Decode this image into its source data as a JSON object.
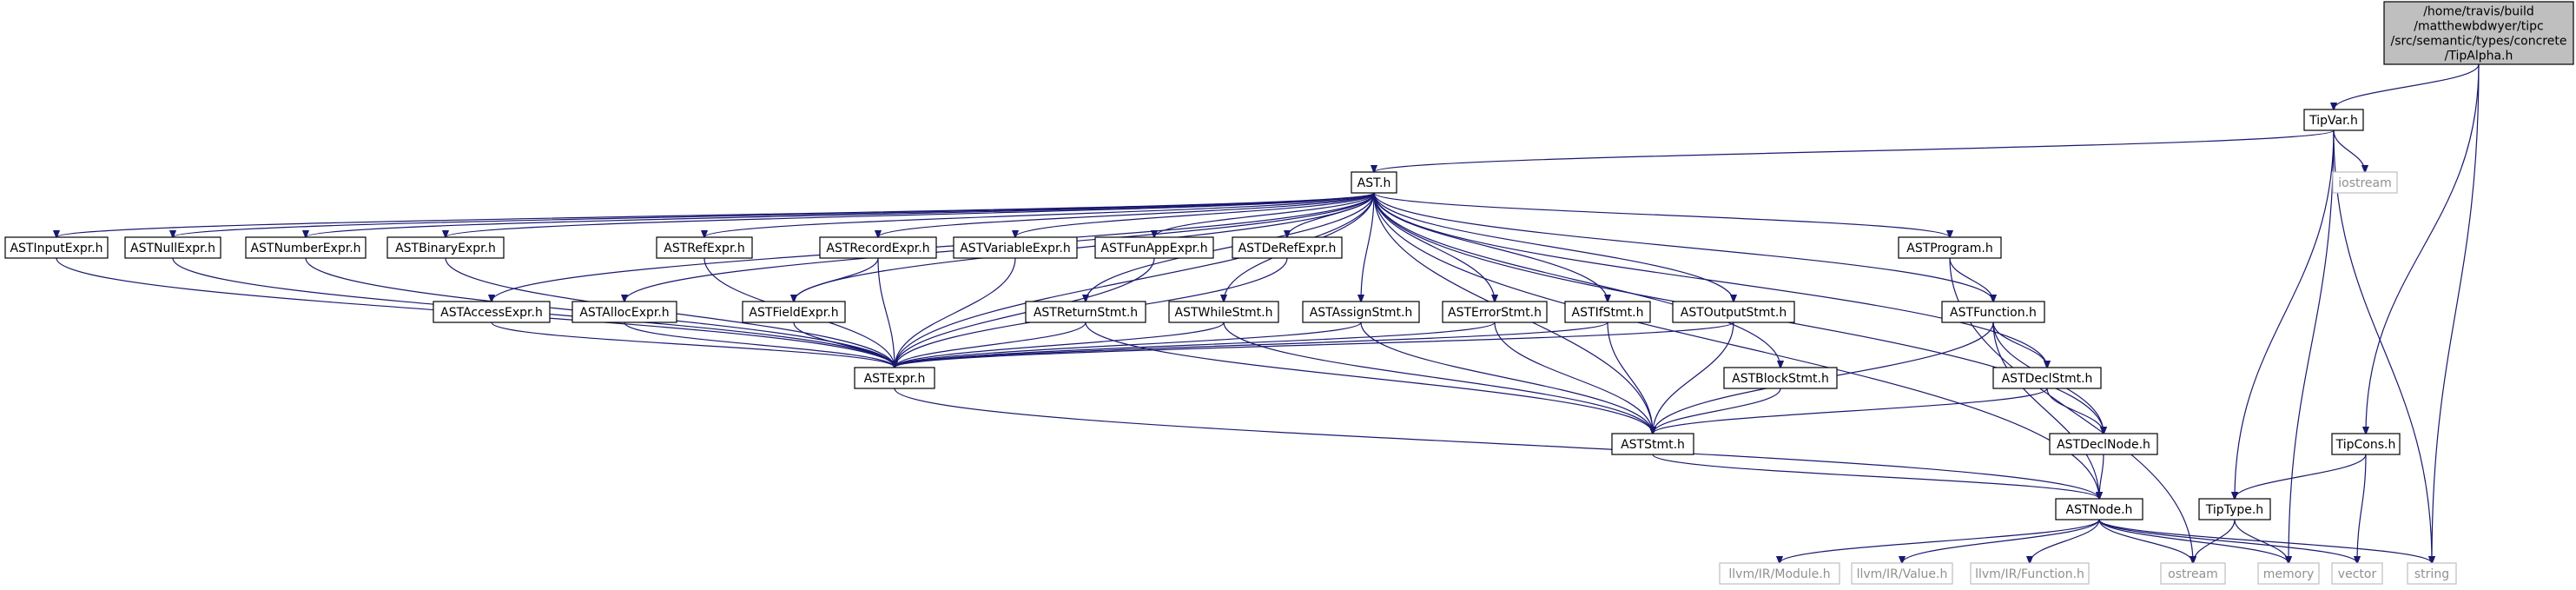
{
  "graph": {
    "nodes": [
      {
        "id": "tipalpha",
        "lines": [
          "/home/travis/build",
          "/matthewbdwyer/tipc",
          "/src/semantic/types/concrete",
          "/TipAlpha.h"
        ],
        "style": "root"
      },
      {
        "id": "tipvar",
        "lines": [
          "TipVar.h"
        ],
        "style": "normal"
      },
      {
        "id": "ast",
        "lines": [
          "AST.h"
        ],
        "style": "normal"
      },
      {
        "id": "iostream",
        "lines": [
          "iostream"
        ],
        "style": "ext"
      },
      {
        "id": "astinputexpr",
        "lines": [
          "ASTInputExpr.h"
        ],
        "style": "normal"
      },
      {
        "id": "astnullexpr",
        "lines": [
          "ASTNullExpr.h"
        ],
        "style": "normal"
      },
      {
        "id": "astnumberexpr",
        "lines": [
          "ASTNumberExpr.h"
        ],
        "style": "normal"
      },
      {
        "id": "astbinaryexpr",
        "lines": [
          "ASTBinaryExpr.h"
        ],
        "style": "normal"
      },
      {
        "id": "astrefexpr",
        "lines": [
          "ASTRefExpr.h"
        ],
        "style": "normal"
      },
      {
        "id": "astrecordexpr",
        "lines": [
          "ASTRecordExpr.h"
        ],
        "style": "normal"
      },
      {
        "id": "astvariableexpr",
        "lines": [
          "ASTVariableExpr.h"
        ],
        "style": "normal"
      },
      {
        "id": "astfunappexpr",
        "lines": [
          "ASTFunAppExpr.h"
        ],
        "style": "normal"
      },
      {
        "id": "astderefexpr",
        "lines": [
          "ASTDeRefExpr.h"
        ],
        "style": "normal"
      },
      {
        "id": "astprogram",
        "lines": [
          "ASTProgram.h"
        ],
        "style": "normal"
      },
      {
        "id": "astaccessexpr",
        "lines": [
          "ASTAccessExpr.h"
        ],
        "style": "normal"
      },
      {
        "id": "astallocexpr",
        "lines": [
          "ASTAllocExpr.h"
        ],
        "style": "normal"
      },
      {
        "id": "astfieldexpr",
        "lines": [
          "ASTFieldExpr.h"
        ],
        "style": "normal"
      },
      {
        "id": "astreturnstmt",
        "lines": [
          "ASTReturnStmt.h"
        ],
        "style": "normal"
      },
      {
        "id": "astwhilestmt",
        "lines": [
          "ASTWhileStmt.h"
        ],
        "style": "normal"
      },
      {
        "id": "astassignstmt",
        "lines": [
          "ASTAssignStmt.h"
        ],
        "style": "normal"
      },
      {
        "id": "asterrorstmt",
        "lines": [
          "ASTErrorStmt.h"
        ],
        "style": "normal"
      },
      {
        "id": "astifstmt",
        "lines": [
          "ASTIfStmt.h"
        ],
        "style": "normal"
      },
      {
        "id": "astoutputstmt",
        "lines": [
          "ASTOutputStmt.h"
        ],
        "style": "normal"
      },
      {
        "id": "astfunction",
        "lines": [
          "ASTFunction.h"
        ],
        "style": "normal"
      },
      {
        "id": "astexpr",
        "lines": [
          "ASTExpr.h"
        ],
        "style": "normal"
      },
      {
        "id": "astblockstmt",
        "lines": [
          "ASTBlockStmt.h"
        ],
        "style": "normal"
      },
      {
        "id": "astdeclstmt",
        "lines": [
          "ASTDeclStmt.h"
        ],
        "style": "normal"
      },
      {
        "id": "aststmt",
        "lines": [
          "ASTStmt.h"
        ],
        "style": "normal"
      },
      {
        "id": "astdeclnode",
        "lines": [
          "ASTDeclNode.h"
        ],
        "style": "normal"
      },
      {
        "id": "tipcons",
        "lines": [
          "TipCons.h"
        ],
        "style": "normal"
      },
      {
        "id": "astnode",
        "lines": [
          "ASTNode.h"
        ],
        "style": "normal"
      },
      {
        "id": "tiptype",
        "lines": [
          "TipType.h"
        ],
        "style": "normal"
      },
      {
        "id": "llvm_module",
        "lines": [
          "llvm/IR/Module.h"
        ],
        "style": "ext"
      },
      {
        "id": "llvm_value",
        "lines": [
          "llvm/IR/Value.h"
        ],
        "style": "ext"
      },
      {
        "id": "llvm_function",
        "lines": [
          "llvm/IR/Function.h"
        ],
        "style": "ext"
      },
      {
        "id": "ostream",
        "lines": [
          "ostream"
        ],
        "style": "ext"
      },
      {
        "id": "memory",
        "lines": [
          "memory"
        ],
        "style": "ext"
      },
      {
        "id": "vector",
        "lines": [
          "vector"
        ],
        "style": "ext"
      },
      {
        "id": "string",
        "lines": [
          "string"
        ],
        "style": "ext"
      }
    ],
    "edges": [
      [
        "tipalpha",
        "tipvar"
      ],
      [
        "tipalpha",
        "tipcons"
      ],
      [
        "tipalpha",
        "string"
      ],
      [
        "tipvar",
        "ast"
      ],
      [
        "tipvar",
        "iostream"
      ],
      [
        "tipvar",
        "tiptype"
      ],
      [
        "tipvar",
        "memory"
      ],
      [
        "tipvar",
        "string"
      ],
      [
        "ast",
        "astinputexpr"
      ],
      [
        "ast",
        "astnullexpr"
      ],
      [
        "ast",
        "astnumberexpr"
      ],
      [
        "ast",
        "astbinaryexpr"
      ],
      [
        "ast",
        "astrefexpr"
      ],
      [
        "ast",
        "astrecordexpr"
      ],
      [
        "ast",
        "astvariableexpr"
      ],
      [
        "ast",
        "astfunappexpr"
      ],
      [
        "ast",
        "astderefexpr"
      ],
      [
        "ast",
        "astprogram"
      ],
      [
        "ast",
        "astaccessexpr"
      ],
      [
        "ast",
        "astallocexpr"
      ],
      [
        "ast",
        "astfieldexpr"
      ],
      [
        "ast",
        "astreturnstmt"
      ],
      [
        "ast",
        "astwhilestmt"
      ],
      [
        "ast",
        "astassignstmt"
      ],
      [
        "ast",
        "asterrorstmt"
      ],
      [
        "ast",
        "astifstmt"
      ],
      [
        "ast",
        "astoutputstmt"
      ],
      [
        "ast",
        "astfunction"
      ],
      [
        "ast",
        "astexpr"
      ],
      [
        "ast",
        "astblockstmt"
      ],
      [
        "ast",
        "astdeclstmt"
      ],
      [
        "ast",
        "aststmt"
      ],
      [
        "ast",
        "astdeclnode"
      ],
      [
        "ast",
        "astnode"
      ],
      [
        "astinputexpr",
        "astexpr"
      ],
      [
        "astnullexpr",
        "astexpr"
      ],
      [
        "astnumberexpr",
        "astexpr"
      ],
      [
        "astbinaryexpr",
        "astexpr"
      ],
      [
        "astrefexpr",
        "astexpr"
      ],
      [
        "astrecordexpr",
        "astexpr"
      ],
      [
        "astrecordexpr",
        "astfieldexpr"
      ],
      [
        "astvariableexpr",
        "astexpr"
      ],
      [
        "astfunappexpr",
        "astexpr"
      ],
      [
        "astderefexpr",
        "astexpr"
      ],
      [
        "astaccessexpr",
        "astexpr"
      ],
      [
        "astallocexpr",
        "astexpr"
      ],
      [
        "astfieldexpr",
        "astexpr"
      ],
      [
        "astreturnstmt",
        "astexpr"
      ],
      [
        "astreturnstmt",
        "aststmt"
      ],
      [
        "astwhilestmt",
        "astexpr"
      ],
      [
        "astwhilestmt",
        "aststmt"
      ],
      [
        "astassignstmt",
        "astexpr"
      ],
      [
        "astassignstmt",
        "aststmt"
      ],
      [
        "asterrorstmt",
        "astexpr"
      ],
      [
        "asterrorstmt",
        "aststmt"
      ],
      [
        "astifstmt",
        "astexpr"
      ],
      [
        "astifstmt",
        "aststmt"
      ],
      [
        "astoutputstmt",
        "astexpr"
      ],
      [
        "astoutputstmt",
        "aststmt"
      ],
      [
        "astprogram",
        "astfunction"
      ],
      [
        "astprogram",
        "ostream"
      ],
      [
        "astfunction",
        "astdeclstmt"
      ],
      [
        "astfunction",
        "astdeclnode"
      ],
      [
        "astfunction",
        "aststmt"
      ],
      [
        "astfunction",
        "astnode"
      ],
      [
        "astdeclstmt",
        "astdeclnode"
      ],
      [
        "astdeclstmt",
        "aststmt"
      ],
      [
        "astblockstmt",
        "aststmt"
      ],
      [
        "astexpr",
        "astnode"
      ],
      [
        "aststmt",
        "astnode"
      ],
      [
        "astdeclnode",
        "astnode"
      ],
      [
        "tipcons",
        "tiptype"
      ],
      [
        "tipcons",
        "vector"
      ],
      [
        "tiptype",
        "ostream"
      ],
      [
        "tiptype",
        "memory"
      ],
      [
        "astnode",
        "llvm_module"
      ],
      [
        "astnode",
        "llvm_value"
      ],
      [
        "astnode",
        "llvm_function"
      ],
      [
        "astnode",
        "ostream"
      ],
      [
        "astnode",
        "memory"
      ],
      [
        "astnode",
        "vector"
      ],
      [
        "astnode",
        "string"
      ]
    ]
  }
}
